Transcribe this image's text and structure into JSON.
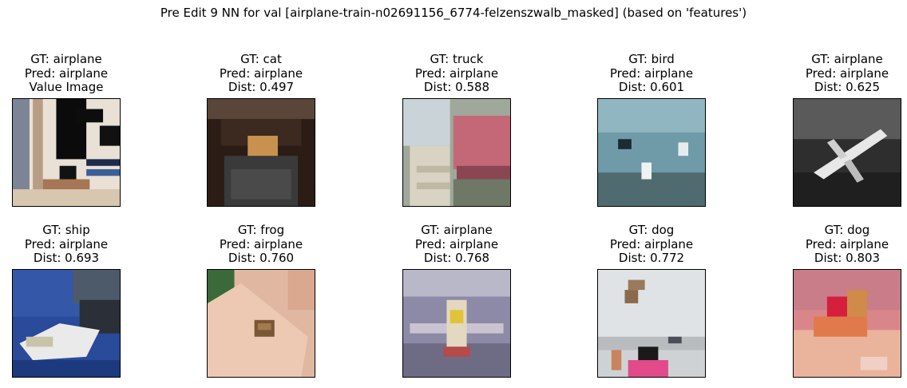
{
  "figure": {
    "title": "Pre Edit 9 NN for val [airplane-train-n02691156_6774-felzenszwalb_masked] (based on 'features')"
  },
  "panels": [
    {
      "gt": "GT: airplane",
      "pred": "Pred: airplane",
      "extra": "Value Image",
      "image": "masked airplane photo with black cut-out regions"
    },
    {
      "gt": "GT: cat",
      "pred": "Pred: airplane",
      "extra": "Dist: 0.497",
      "image": "cat sitting in a dark box"
    },
    {
      "gt": "GT: truck",
      "pred": "Pred: airplane",
      "extra": "Dist: 0.588",
      "image": "red truck beside steps"
    },
    {
      "gt": "GT: bird",
      "pred": "Pred: airplane",
      "extra": "Dist: 0.601",
      "image": "swans on a pond"
    },
    {
      "gt": "GT: airplane",
      "pred": "Pred: airplane",
      "extra": "Dist: 0.625",
      "image": "grayscale airplane"
    },
    {
      "gt": "GT: ship",
      "pred": "Pred: airplane",
      "extra": "Dist: 0.693",
      "image": "boat on blue water"
    },
    {
      "gt": "GT: frog",
      "pred": "Pred: airplane",
      "extra": "Dist: 0.760",
      "image": "frog on a hand"
    },
    {
      "gt": "GT: airplane",
      "pred": "Pred: airplane",
      "extra": "Dist: 0.768",
      "image": "airplane in a hangar"
    },
    {
      "gt": "GT: dog",
      "pred": "Pred: airplane",
      "extra": "Dist: 0.772",
      "image": "dog jumping over person in pink"
    },
    {
      "gt": "GT: dog",
      "pred": "Pred: airplane",
      "extra": "Dist: 0.803",
      "image": "dog on sandy beach"
    }
  ]
}
